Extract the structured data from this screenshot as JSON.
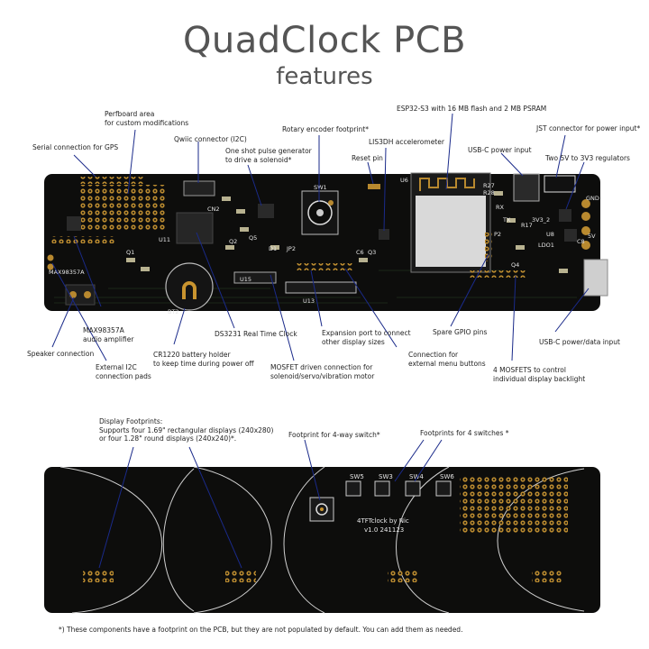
{
  "title": "QuadClock PCB",
  "subtitle": "features",
  "top_labels": {
    "perfboard": [
      "Perfboard area",
      "for custom modifications"
    ],
    "serial_gps": [
      "Serial connection for GPS"
    ],
    "qwiic": [
      "Qwiic connector (I2C)"
    ],
    "pulse_gen": [
      "One shot pulse generator",
      "to drive a solenoid*"
    ],
    "rotary": [
      "Rotary encoder footprint*"
    ],
    "esp32": [
      "ESP32-S3 with 16 MB flash and 2 MB PSRAM"
    ],
    "jst": [
      "JST connector for power input*"
    ],
    "lis3dh": [
      "LIS3DH accelerometer"
    ],
    "usbc_power": [
      "USB-C power input"
    ],
    "regulators": [
      "Two 5V to 3V3 regulators"
    ],
    "reset": [
      "Reset pin"
    ],
    "max98357a": [
      "MAX98357A",
      "audio amplifier"
    ],
    "speaker": [
      "Speaker connection"
    ],
    "ext_i2c": [
      "External I2C",
      "connection pads"
    ],
    "cr1220": [
      "CR1220 battery holder",
      "to keep time during power off"
    ],
    "ds3231": [
      "DS3231 Real Time Clock"
    ],
    "mosfet_solenoid": [
      "MOSFET driven connection for",
      "solenoid/servo/vibration motor"
    ],
    "expansion": [
      "Expansion port to connect",
      "other display sizes"
    ],
    "menu_buttons": [
      "Connection for",
      "external menu buttons"
    ],
    "spare_gpio": [
      "Spare GPIO pins"
    ],
    "mosfets_backlight": [
      "4 MOSFETS to control",
      "individual display backlight"
    ],
    "usbc_data": [
      "USB-C power/data input"
    ]
  },
  "bottom_labels": {
    "display_fp": [
      "Display Footprints:",
      "Supports four 1.69\" rectangular displays (240x280)",
      "or four 1.28\" round displays (240x240)*."
    ],
    "switch4way": [
      "Footprint for 4-way switch*"
    ],
    "switches4": [
      "Footprints for 4 switches *"
    ]
  },
  "silk_top": [
    "U6",
    "SW1",
    "U11",
    "BT2",
    "U15",
    "U13",
    "P2",
    "Q4",
    "U8",
    "LDO1",
    "CN2",
    "3V3_2",
    "C6",
    "C8",
    "Q1",
    "Q2",
    "Q3",
    "Q5",
    "D1",
    "JP2",
    "MAX98357A",
    "RX",
    "TX",
    "R17",
    "R27",
    "R28",
    "5V",
    "GND"
  ],
  "silk_bottom": [
    "SW5",
    "SW3",
    "SW4",
    "SW6",
    "4TFTclock by Nic",
    "v1.0 241123"
  ],
  "footnote": "*)  These components have a footprint on the PCB, but they are not populated by default. You can add them as needed.",
  "colors": {
    "board": "#0d0d0c",
    "pad": "#b8892f",
    "silk": "#e6e6e6",
    "line": "#1a2a8a",
    "text": "#222222"
  }
}
